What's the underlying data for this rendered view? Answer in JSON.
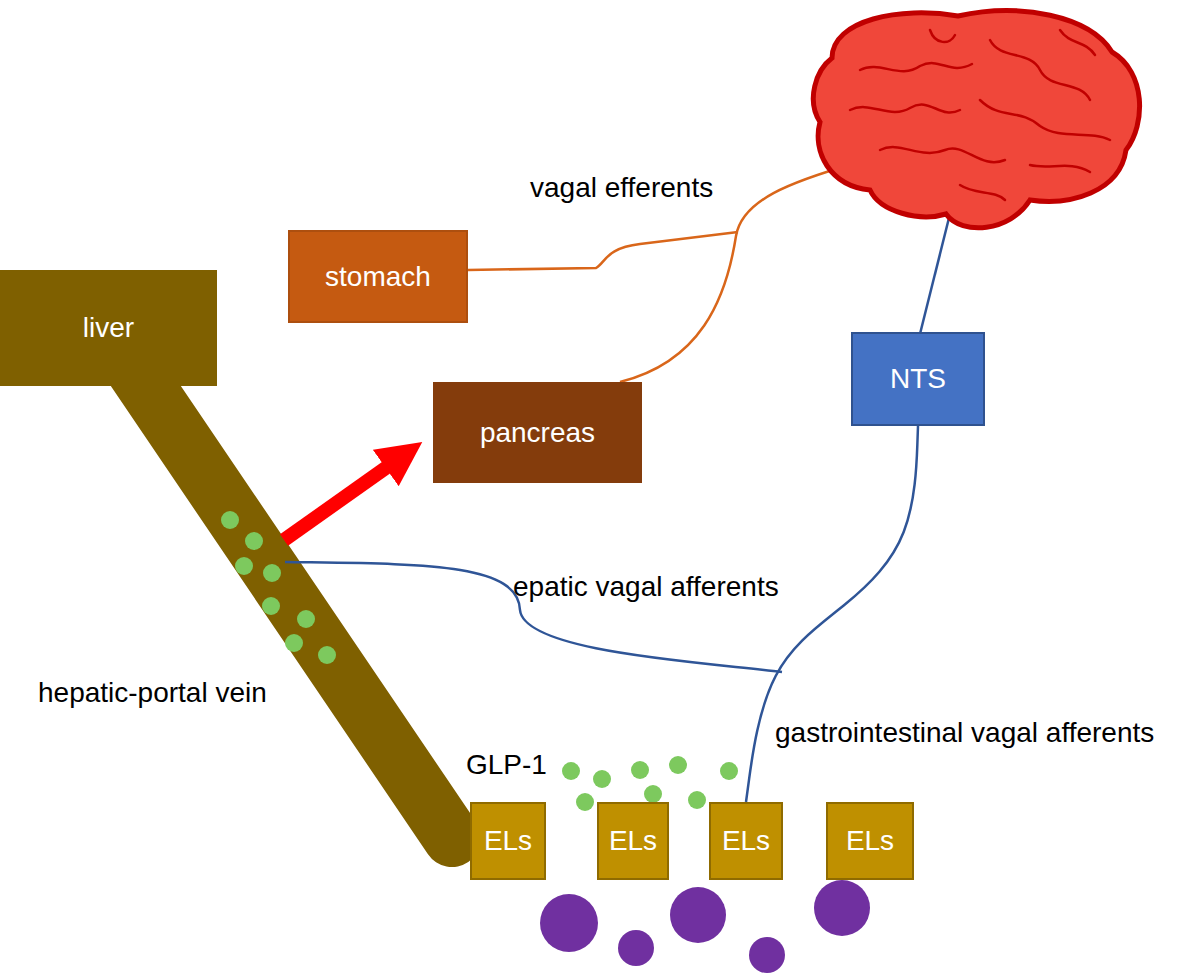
{
  "diagram": {
    "nodes": [
      {
        "text": [
          "stomach"
        ]
      },
      {
        "text": [
          "liver"
        ]
      },
      {
        "text": [
          "NTS"
        ]
      },
      {
        "text": [
          "pancreas"
        ]
      },
      {
        "text": [
          "ELs"
        ]
      },
      {
        "text": [
          "ELs"
        ]
      },
      {
        "text": [
          "ELs"
        ]
      },
      {
        "text": [
          "ELs"
        ]
      }
    ],
    "edges": [
      {
        "from": 6,
        "to": 2,
        "arrow": "none",
        "label": "gastrointestinal vagal afferents"
      }
    ],
    "labels": [
      "vagal efferents",
      "epatic vagal afferents",
      "hepatic-portal vein",
      "GLP-1"
    ]
  }
}
